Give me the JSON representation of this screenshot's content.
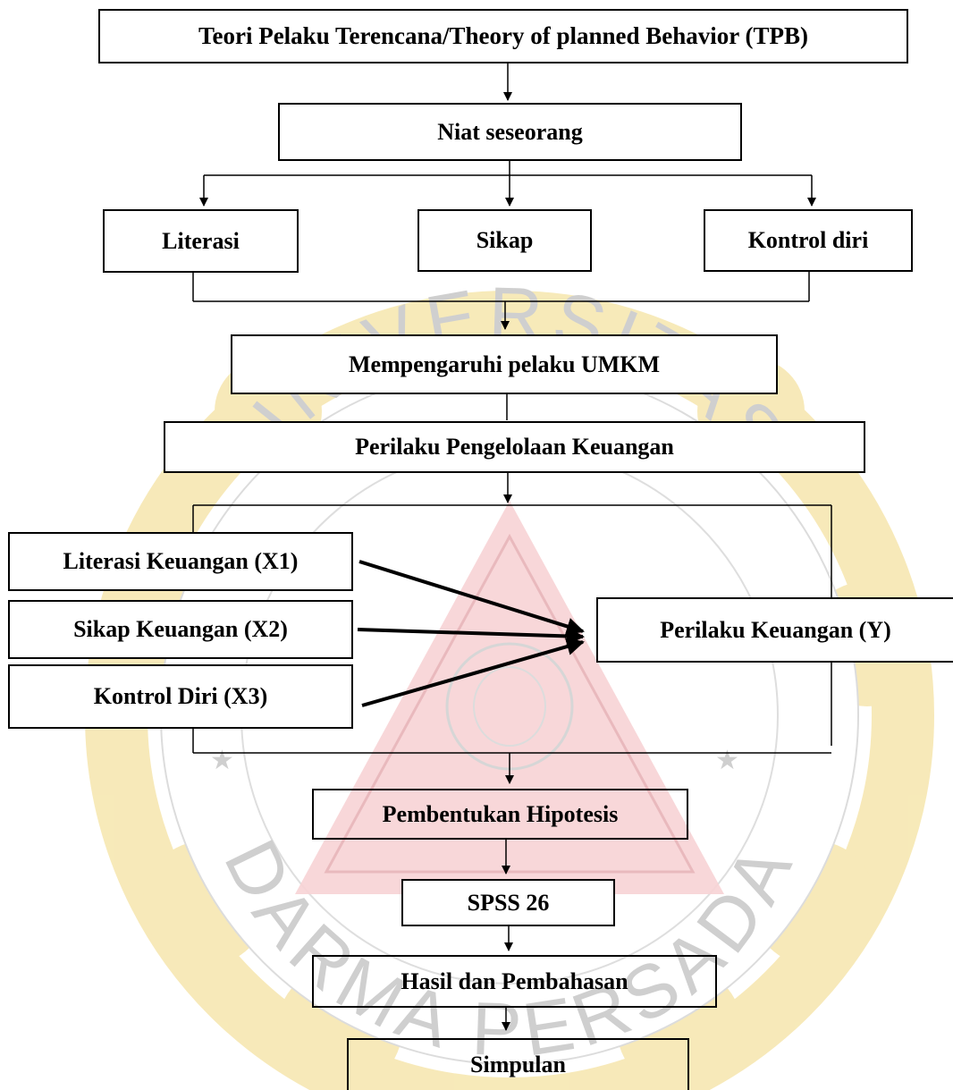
{
  "colors": {
    "box_border": "#000000",
    "box_text": "#000000",
    "watermark_gold": "#f3e0a0",
    "watermark_pink": "#f4c9cc",
    "watermark_outline": "#d9d9d9"
  },
  "watermark": {
    "top_text": "UNIVERSITAS",
    "bottom_text": "DARMA PERSADA"
  },
  "nodes": {
    "tpb": "Teori Pelaku Terencana/Theory of planned Behavior (TPB)",
    "niat": "Niat seseorang",
    "literasi": "Literasi",
    "sikap": "Sikap",
    "kontrol": "Kontrol diri",
    "mempengaruhi": "Mempengaruhi pelaku UMKM",
    "perilaku_pengelolaan": "Perilaku Pengelolaan Keuangan",
    "x1": "Literasi Keuangan (X1)",
    "x2": "Sikap Keuangan (X2)",
    "x3": "Kontrol Diri (X3)",
    "y": "Perilaku Keuangan (Y)",
    "hipotesis": "Pembentukan Hipotesis",
    "spss": "SPSS 26",
    "hasil": "Hasil dan Pembahasan",
    "simpulan": "Simpulan"
  }
}
